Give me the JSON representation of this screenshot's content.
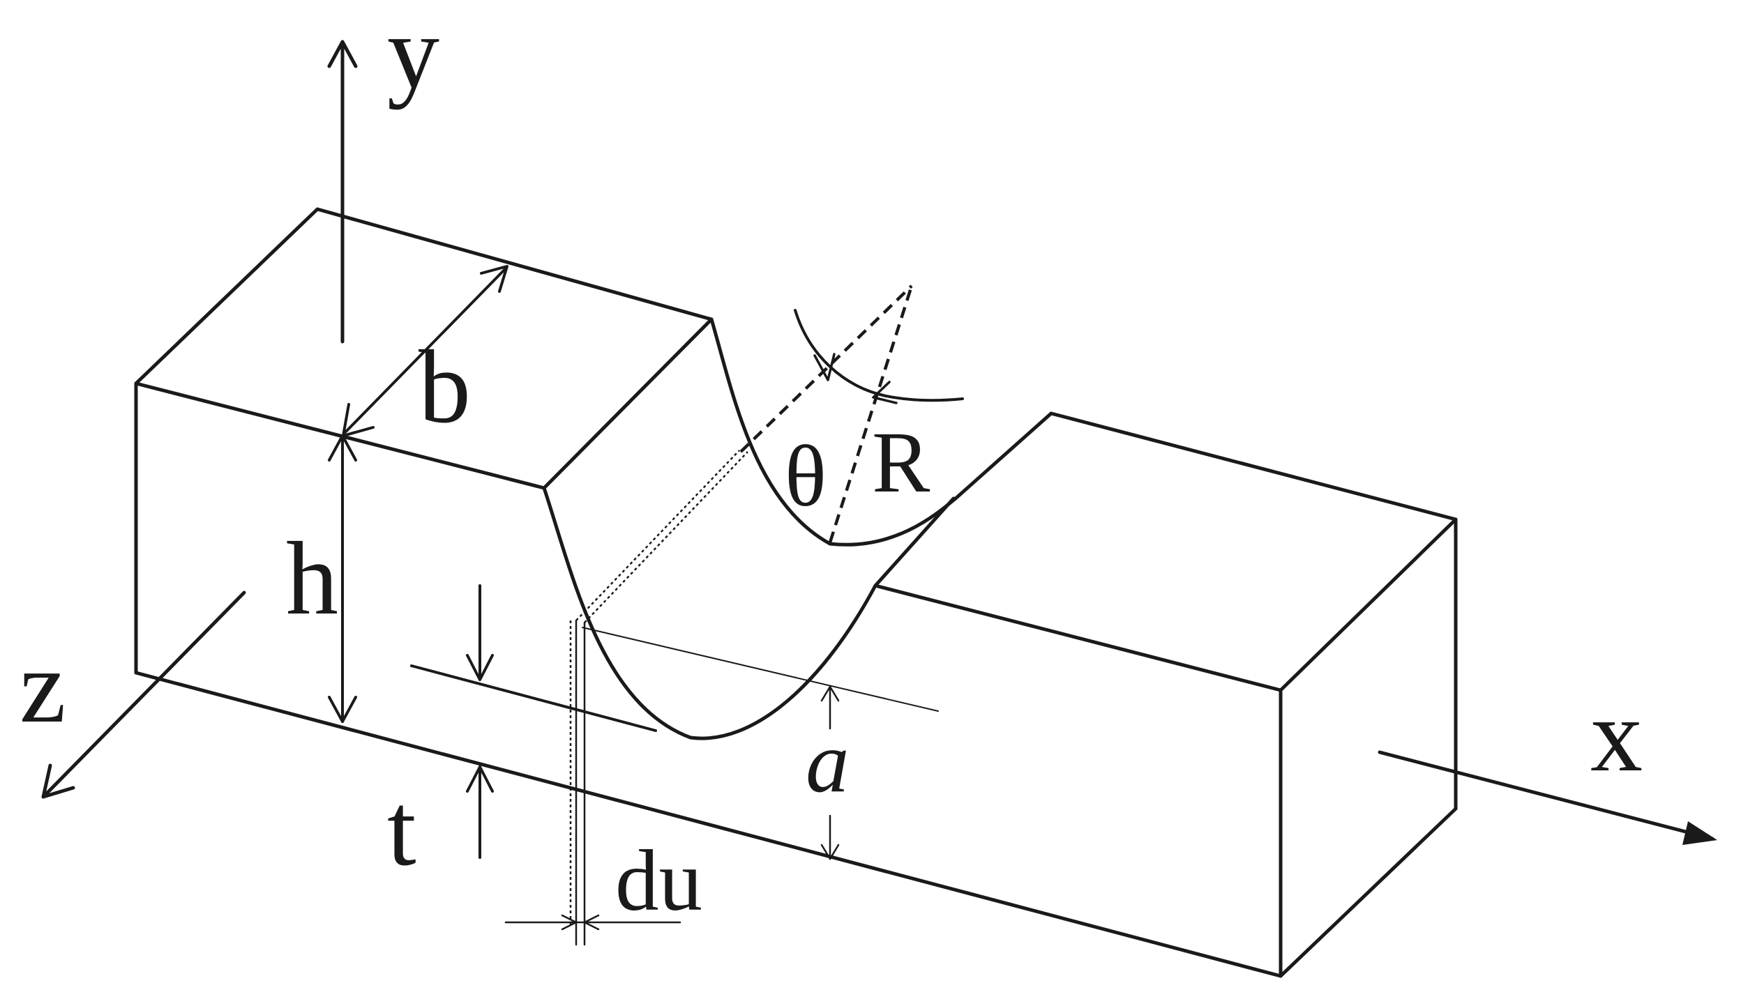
{
  "labels": {
    "y_axis": "y",
    "x_axis": "x",
    "z_axis": "z",
    "width": "b",
    "height": "h",
    "depth": "a",
    "thickness": "t",
    "increment": "du",
    "angle": "θ",
    "radius": "R"
  }
}
